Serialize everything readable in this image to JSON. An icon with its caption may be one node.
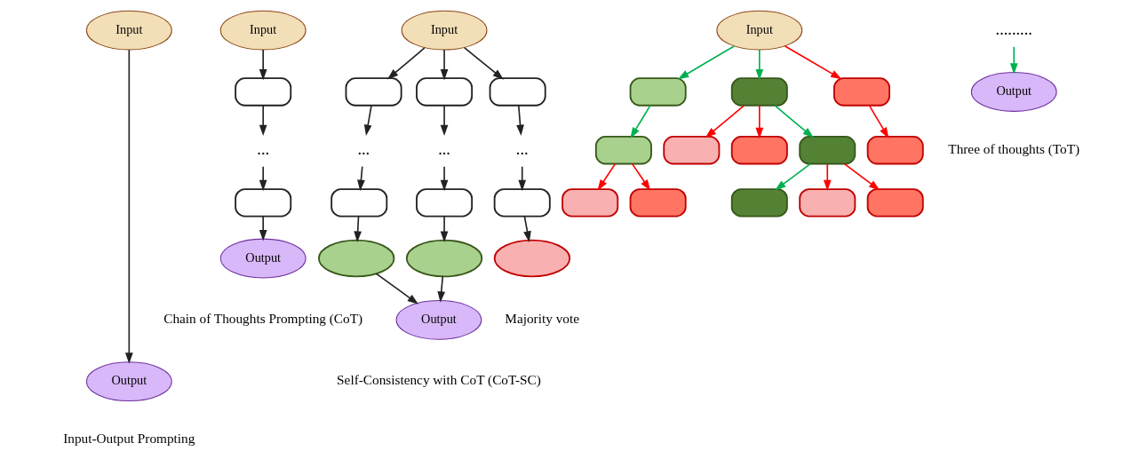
{
  "diagram": {
    "nodes": [
      {
        "text": [
          "Input"
        ]
      },
      {
        "text": [
          "Output"
        ]
      },
      {
        "text": [
          "Input"
        ]
      },
      {
        "text": [],
        "shape": "box"
      },
      {
        "text": [
          "..."
        ]
      },
      {
        "text": [],
        "shape": "box"
      },
      {
        "text": [
          "Output"
        ]
      },
      {
        "text": [
          "Input"
        ]
      },
      {
        "text": [],
        "shape": "box"
      },
      {
        "text": [],
        "shape": "box"
      },
      {
        "text": [],
        "shape": "box"
      },
      {
        "text": [
          "..."
        ]
      },
      {
        "text": [
          "..."
        ]
      },
      {
        "text": [
          "..."
        ]
      },
      {
        "text": [],
        "shape": "box"
      },
      {
        "text": [],
        "shape": "box"
      },
      {
        "text": [],
        "shape": "box"
      },
      {
        "text": [],
        "shape": "ellipse"
      },
      {
        "text": [],
        "shape": "ellipse"
      },
      {
        "text": [],
        "shape": "ellipse"
      },
      {
        "text": [
          "Output"
        ]
      },
      {
        "text": [
          "Input"
        ]
      },
      {
        "text": [],
        "shape": "box"
      },
      {
        "text": [],
        "shape": "box"
      },
      {
        "text": [],
        "shape": "box"
      },
      {
        "text": [],
        "shape": "box"
      },
      {
        "text": [],
        "shape": "box"
      },
      {
        "text": [],
        "shape": "box"
      },
      {
        "text": [],
        "shape": "box"
      },
      {
        "text": [],
        "shape": "box"
      },
      {
        "text": [],
        "shape": "box"
      },
      {
        "text": [],
        "shape": "box"
      },
      {
        "text": [],
        "shape": "box"
      },
      {
        "text": [],
        "shape": "box"
      },
      {
        "text": [],
        "shape": "box"
      },
      {
        "text": [
          "........."
        ]
      },
      {
        "text": [
          "Output"
        ]
      }
    ],
    "edges": [
      {
        "from": 0,
        "to": 1,
        "arrow": "to"
      },
      {
        "from": 2,
        "to": 3,
        "arrow": "to"
      },
      {
        "from": 3,
        "to": 4,
        "arrow": "to"
      },
      {
        "from": 4,
        "to": 5,
        "arrow": "to"
      },
      {
        "from": 5,
        "to": 6,
        "arrow": "to"
      },
      {
        "from": 7,
        "to": 8,
        "arrow": "to"
      },
      {
        "from": 7,
        "to": 9,
        "arrow": "to"
      },
      {
        "from": 7,
        "to": 10,
        "arrow": "to"
      },
      {
        "from": 8,
        "to": 11,
        "arrow": "to"
      },
      {
        "from": 9,
        "to": 12,
        "arrow": "to"
      },
      {
        "from": 10,
        "to": 13,
        "arrow": "to"
      },
      {
        "from": 11,
        "to": 14,
        "arrow": "to"
      },
      {
        "from": 12,
        "to": 15,
        "arrow": "to"
      },
      {
        "from": 13,
        "to": 16,
        "arrow": "to"
      },
      {
        "from": 14,
        "to": 17,
        "arrow": "to"
      },
      {
        "from": 15,
        "to": 18,
        "arrow": "to"
      },
      {
        "from": 16,
        "to": 19,
        "arrow": "to"
      },
      {
        "from": 17,
        "to": 20,
        "arrow": "to"
      },
      {
        "from": 18,
        "to": 20,
        "arrow": "to"
      },
      {
        "from": 21,
        "to": 22,
        "arrow": "to",
        "color": "#00b050"
      },
      {
        "from": 21,
        "to": 23,
        "arrow": "to",
        "color": "#00b050"
      },
      {
        "from": 21,
        "to": 24,
        "arrow": "to",
        "color": "#ff0000"
      },
      {
        "from": 22,
        "to": 25,
        "arrow": "to",
        "color": "#00b050"
      },
      {
        "from": 23,
        "to": 26,
        "arrow": "to",
        "color": "#ff0000"
      },
      {
        "from": 23,
        "to": 27,
        "arrow": "to",
        "color": "#ff0000"
      },
      {
        "from": 23,
        "to": 28,
        "arrow": "to",
        "color": "#00b050"
      },
      {
        "from": 24,
        "to": 29,
        "arrow": "to",
        "color": "#ff0000"
      },
      {
        "from": 25,
        "to": 30,
        "arrow": "to",
        "color": "#ff0000"
      },
      {
        "from": 25,
        "to": 31,
        "arrow": "to",
        "color": "#ff0000"
      },
      {
        "from": 28,
        "to": 32,
        "arrow": "to",
        "color": "#00b050"
      },
      {
        "from": 28,
        "to": 33,
        "arrow": "to",
        "color": "#ff0000"
      },
      {
        "from": 28,
        "to": 34,
        "arrow": "to",
        "color": "#ff0000"
      },
      {
        "from": 35,
        "to": 36,
        "arrow": "to",
        "color": "#00b050"
      }
    ],
    "labels": [
      "Input-Output Prompting",
      "Chain of Thoughts Prompting (CoT)",
      "Majority vote",
      "Self-Consistency with CoT (CoT-SC)",
      "Three of thoughts (ToT)"
    ]
  }
}
